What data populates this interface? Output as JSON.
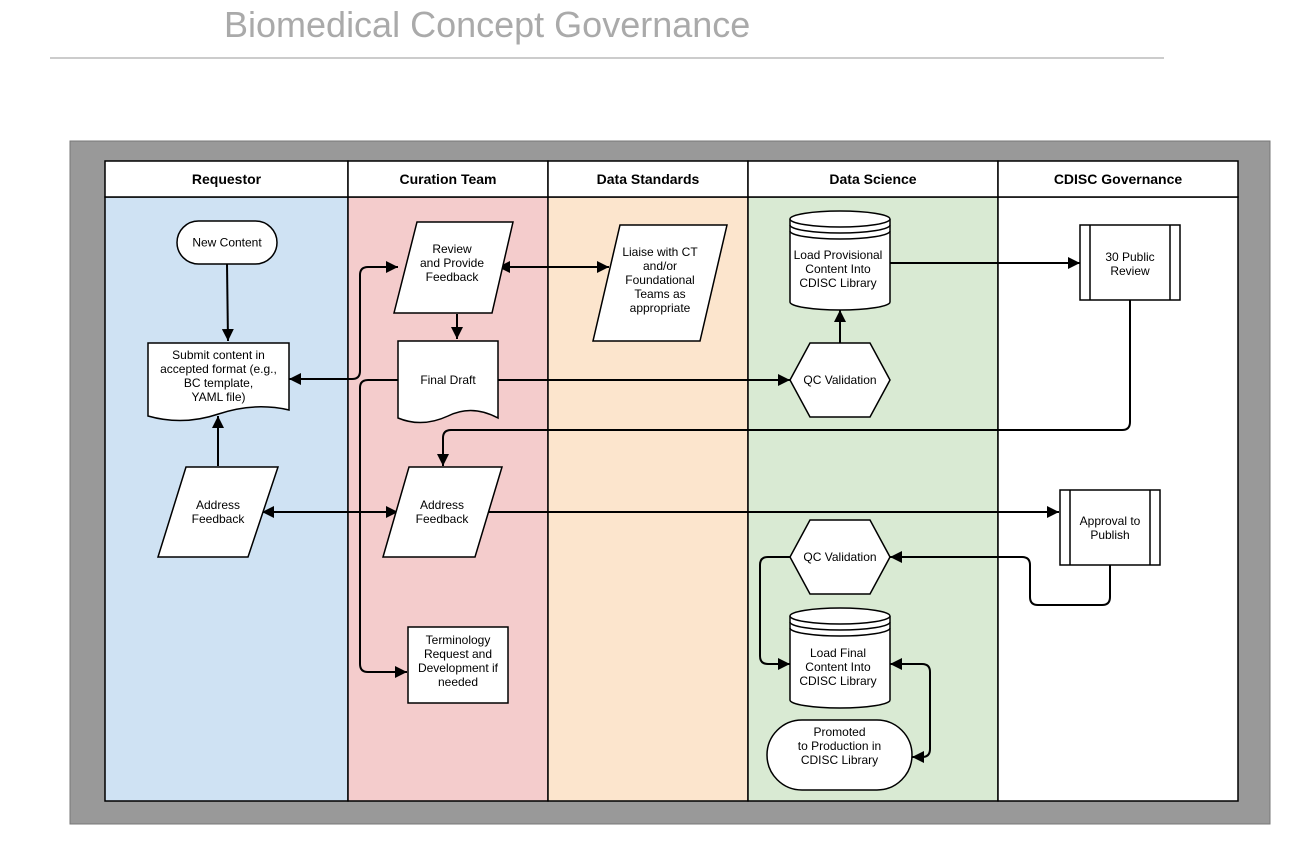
{
  "page": {
    "title": "Biomedical Concept Governance"
  },
  "lanes": [
    {
      "id": "requestor",
      "label": "Requestor",
      "color": "#cfe2f3"
    },
    {
      "id": "curation",
      "label": "Curation Team",
      "color": "#f4cccc"
    },
    {
      "id": "data-standards",
      "label": "Data Standards",
      "color": "#fce5cd"
    },
    {
      "id": "data-science",
      "label": "Data Science",
      "color": "#d9ead3"
    },
    {
      "id": "governance",
      "label": "CDISC Governance",
      "color": "#ffffff"
    }
  ],
  "colors": {
    "frame": "#999999",
    "stroke": "#000000",
    "node_fill": "#ffffff",
    "title": "#aaaaaa"
  },
  "nodes": {
    "new_content": {
      "label": [
        "New Content"
      ],
      "shape": "terminator"
    },
    "submit_content": {
      "label": [
        "Submit content in",
        "accepted format (e.g.,",
        "BC template,",
        "YAML file)"
      ],
      "shape": "document"
    },
    "address_feedback_requestor": {
      "label": [
        "Address",
        "Feedback"
      ],
      "shape": "data"
    },
    "review_feedback": {
      "label": [
        "Review",
        "and Provide",
        "Feedback"
      ],
      "shape": "data"
    },
    "final_draft": {
      "label": [
        "Final Draft"
      ],
      "shape": "document"
    },
    "address_feedback_curation": {
      "label": [
        "Address",
        "Feedback"
      ],
      "shape": "data"
    },
    "terminology_request": {
      "label": [
        "Terminology",
        "Request and",
        "Development if",
        "needed"
      ],
      "shape": "process"
    },
    "liaise": {
      "label": [
        "Liaise with CT",
        "and/or",
        "Foundational",
        "Teams as",
        "appropriate"
      ],
      "shape": "data"
    },
    "load_provisional": {
      "label": [
        "Load Provisional",
        "Content Into",
        "CDISC Library"
      ],
      "shape": "database"
    },
    "qc_validation_1": {
      "label": [
        "QC Validation"
      ],
      "shape": "preparation"
    },
    "qc_validation_2": {
      "label": [
        "QC Validation"
      ],
      "shape": "preparation"
    },
    "load_final": {
      "label": [
        "Load Final",
        "Content Into",
        "CDISC Library"
      ],
      "shape": "database"
    },
    "promoted": {
      "label": [
        "Promoted",
        "to Production in",
        "CDISC Library"
      ],
      "shape": "terminator"
    },
    "public_review": {
      "label": [
        "30 Public",
        "Review"
      ],
      "shape": "predefined-process"
    },
    "approval_publish": {
      "label": [
        "Approval to",
        "Publish"
      ],
      "shape": "predefined-process"
    }
  }
}
